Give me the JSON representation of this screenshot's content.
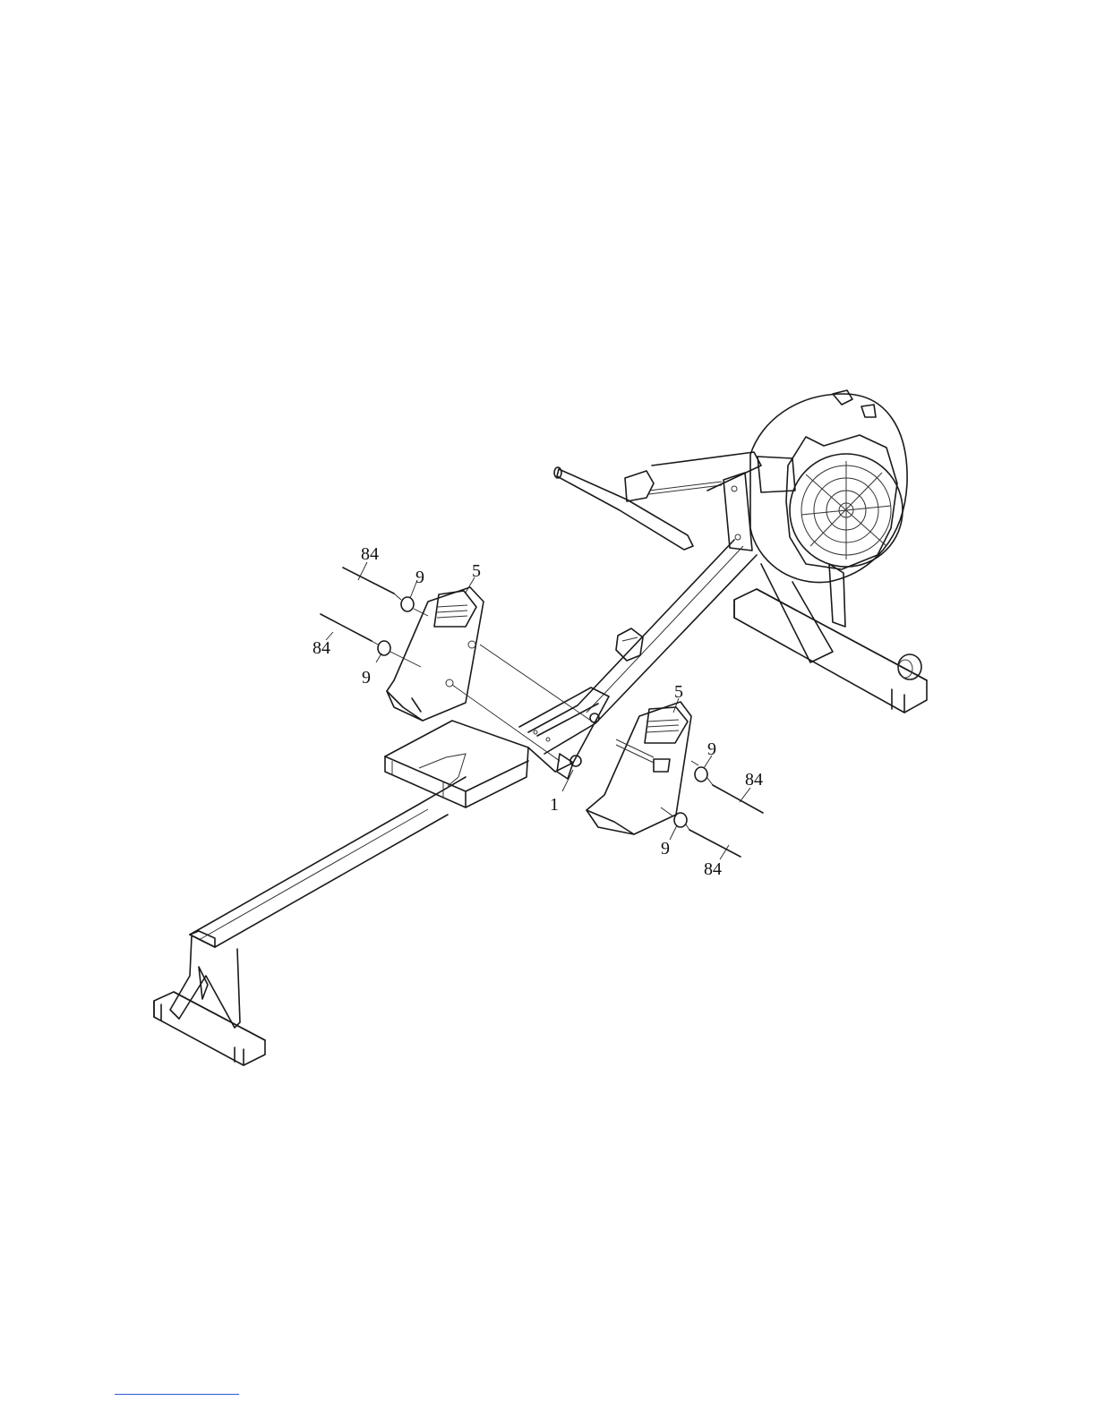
{
  "diagram": {
    "callouts": {
      "c1": "84",
      "c2": "9",
      "c3": "5",
      "c4": "84",
      "c5": "9",
      "c6": "5",
      "c7": "9",
      "c8": "84",
      "c9": "1",
      "c10": "9",
      "c11": "84"
    }
  },
  "colors": {
    "line": "#1a1a1a",
    "footer_rule": "#2e5bd8"
  }
}
